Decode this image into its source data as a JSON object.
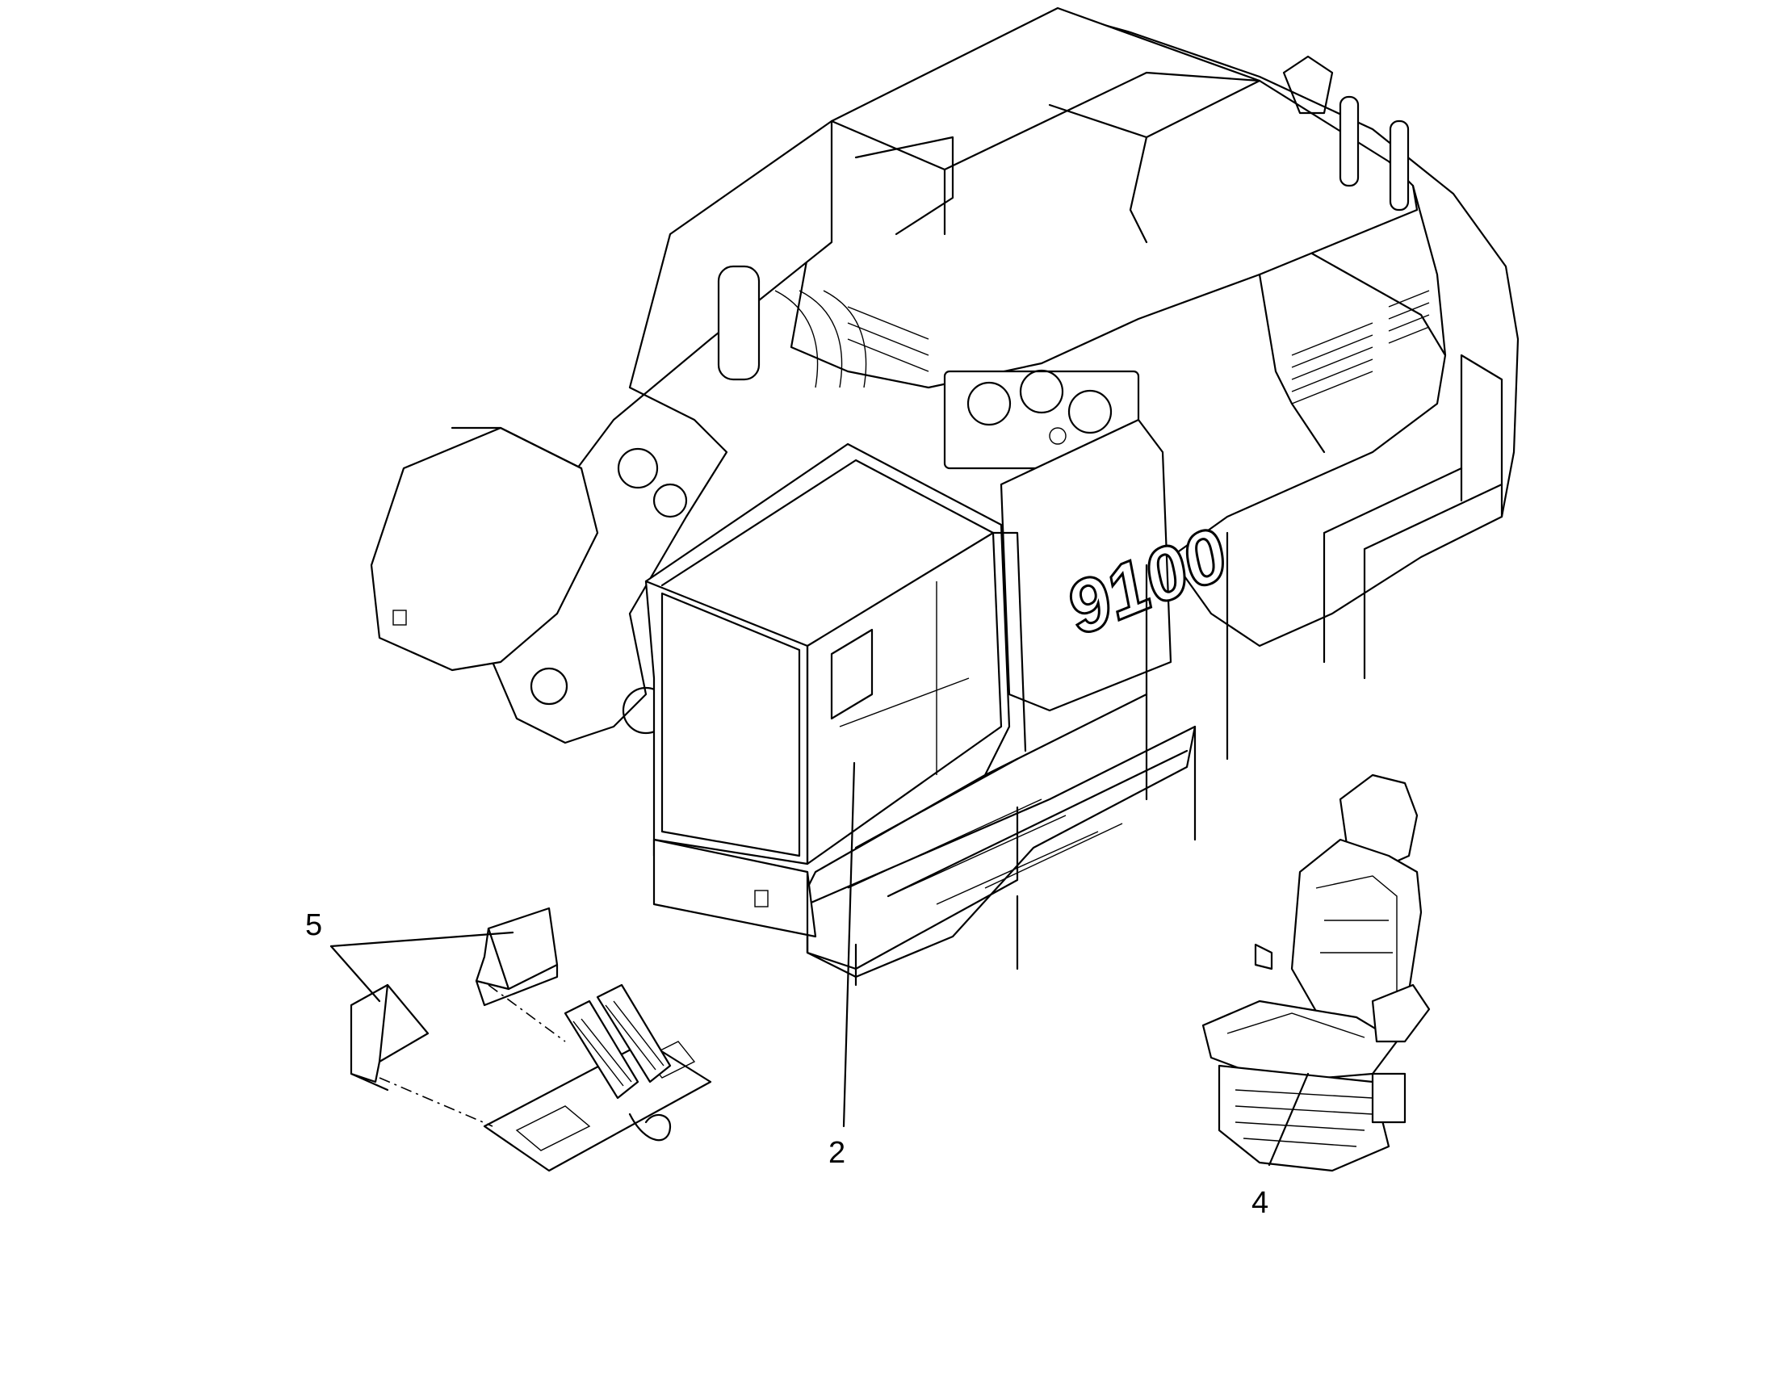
{
  "callouts": {
    "part_2": "2",
    "part_4": "4",
    "part_5": "5"
  },
  "machine_model_label": "9100"
}
